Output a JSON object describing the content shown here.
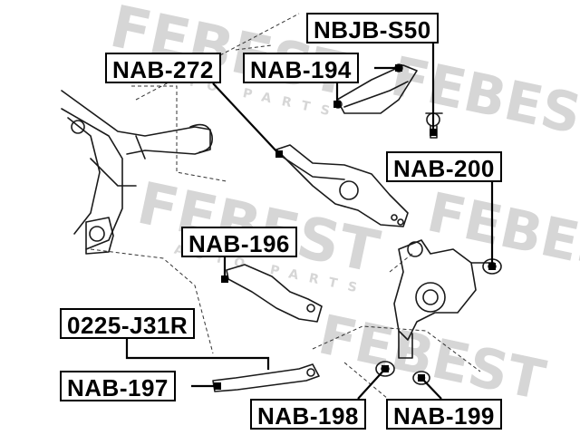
{
  "labels": {
    "nbjb_s50": "NBJB-S50",
    "nab_272": "NAB-272",
    "nab_194": "NAB-194",
    "nab_200": "NAB-200",
    "nab_196": "NAB-196",
    "j31r": "0225-J31R",
    "nab_197": "NAB-197",
    "nab_198": "NAB-198",
    "nab_199": "NAB-199"
  },
  "watermark": {
    "brand": "FEBEST",
    "tagline": "AUTO PARTS"
  },
  "colors": {
    "line": "#000000",
    "part_stroke": "#1a1a1a",
    "watermark": "#d6d6d6",
    "background": "#ffffff"
  }
}
